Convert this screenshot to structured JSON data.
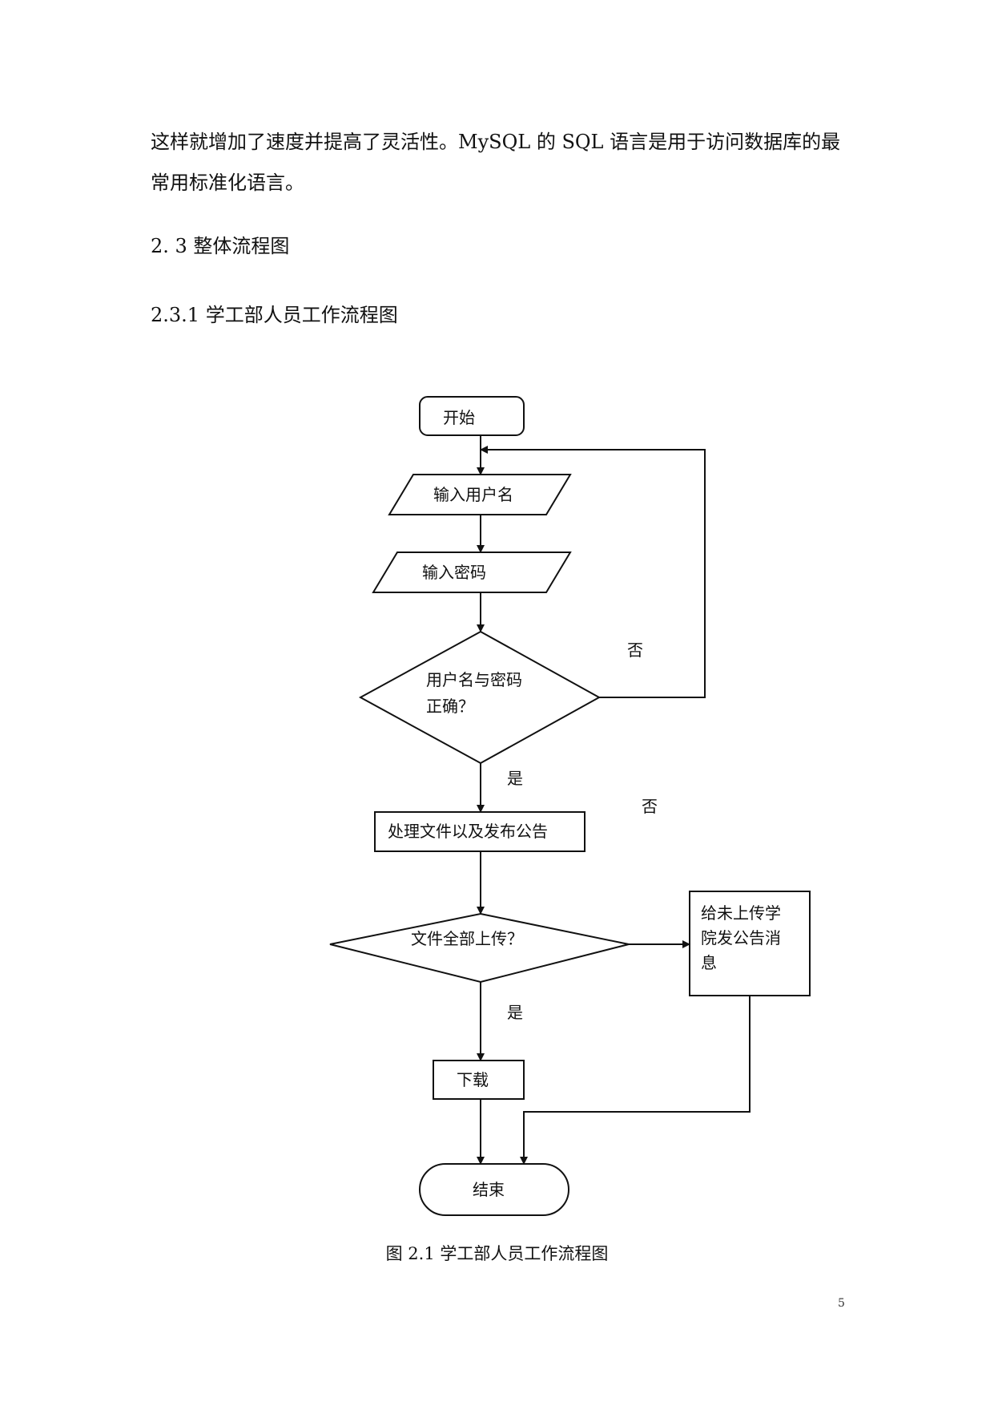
{
  "body_text": {
    "line1": "这样就增加了速度并提高了灵活性。MySQL 的 SQL 语言是用于访问数据库的最",
    "line2": "常用标准化语言。"
  },
  "section": {
    "title": "2. 3 整体流程图"
  },
  "subsection": {
    "title": "2.3.1 学工部人员工作流程图"
  },
  "flowchart": {
    "start": "开始",
    "input_username": "输入用户名",
    "input_password": "输入密码",
    "decision_credentials": [
      "用户名与密码",
      "正确？"
    ],
    "label_no_1": "否",
    "label_yes_1": "是",
    "label_no_2": "否",
    "process_files": "处理文件以及发布公告",
    "decision_upload": "文件全部上传？",
    "notify_box": [
      "给未上传学",
      "院发公告消",
      "息"
    ],
    "label_yes_2": "是",
    "download": "下载",
    "end": "结束"
  },
  "caption": "图 2.1  学工部人员工作流程图",
  "page_number": "5"
}
